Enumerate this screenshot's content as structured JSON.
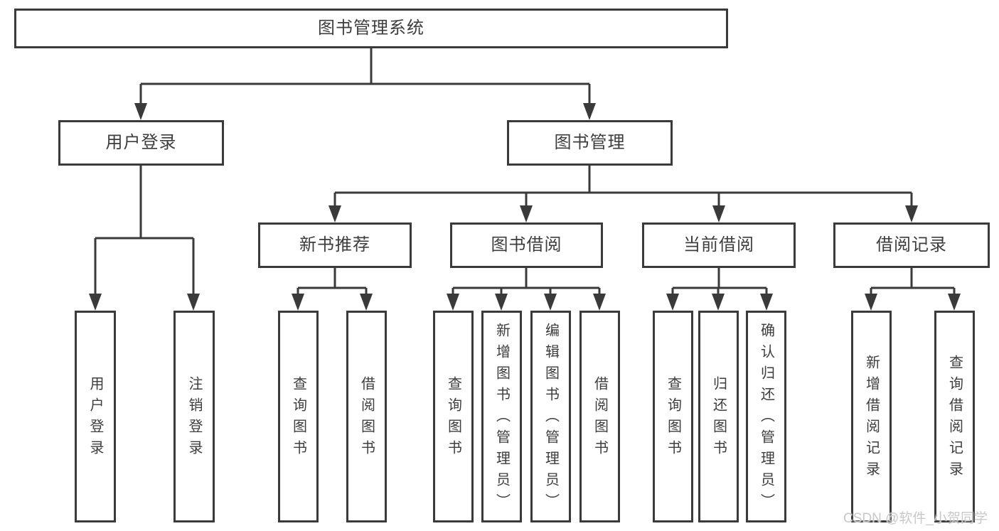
{
  "diagram": {
    "root": {
      "label": "图书管理系统"
    },
    "branches": [
      {
        "label": "用户登录",
        "children": [
          {
            "label": "用户登录"
          },
          {
            "label": "注销登录"
          }
        ]
      },
      {
        "label": "图书管理",
        "children": [
          {
            "label": "新书推荐",
            "children": [
              {
                "label": "查询图书"
              },
              {
                "label": "借阅图书"
              }
            ]
          },
          {
            "label": "图书借阅",
            "children": [
              {
                "label": "查询图书"
              },
              {
                "label": "新增图书（管理员）"
              },
              {
                "label": "编辑图书（管理员）"
              },
              {
                "label": "借阅图书"
              }
            ]
          },
          {
            "label": "当前借阅",
            "children": [
              {
                "label": "查询图书"
              },
              {
                "label": "归还图书"
              },
              {
                "label": "确认归还（管理员）"
              }
            ]
          },
          {
            "label": "借阅记录",
            "children": [
              {
                "label": "新增借阅记录"
              },
              {
                "label": "查询借阅记录"
              }
            ]
          }
        ]
      }
    ],
    "watermark": "CSDN @软件_小贺同学",
    "colors": {
      "line": "#3a3a3a",
      "text": "#3d3d3d",
      "box_background": "#ffffff",
      "watermark": "#c8c8c8",
      "background": "#ffffff"
    }
  }
}
